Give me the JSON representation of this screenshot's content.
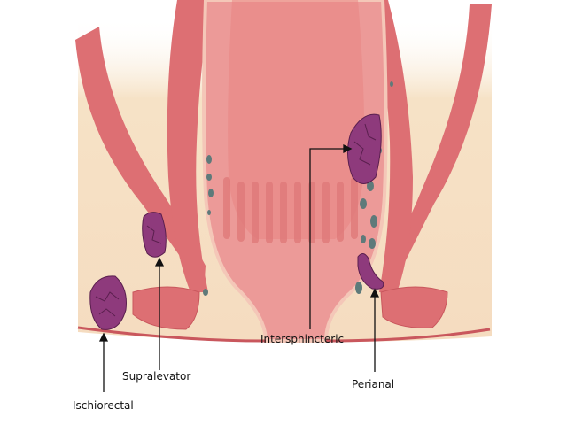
{
  "title": "Types of anorectal abscess",
  "labels": {
    "intersphincteric": "Intersphincteric",
    "supralevator": "Supralevator",
    "perianal": "Perianal",
    "ischiorectal": "Ischiorectal"
  },
  "colors": {
    "fat": "#f6e2c6",
    "muscle": "#dd6f73",
    "muscle_dark": "#c9575d",
    "rectum": "#ec9a98",
    "rectum_inner": "#e98583",
    "abscess": "#8e3a7c",
    "abscess_line": "#5a1f4e",
    "gland": "#5e7a7a"
  }
}
